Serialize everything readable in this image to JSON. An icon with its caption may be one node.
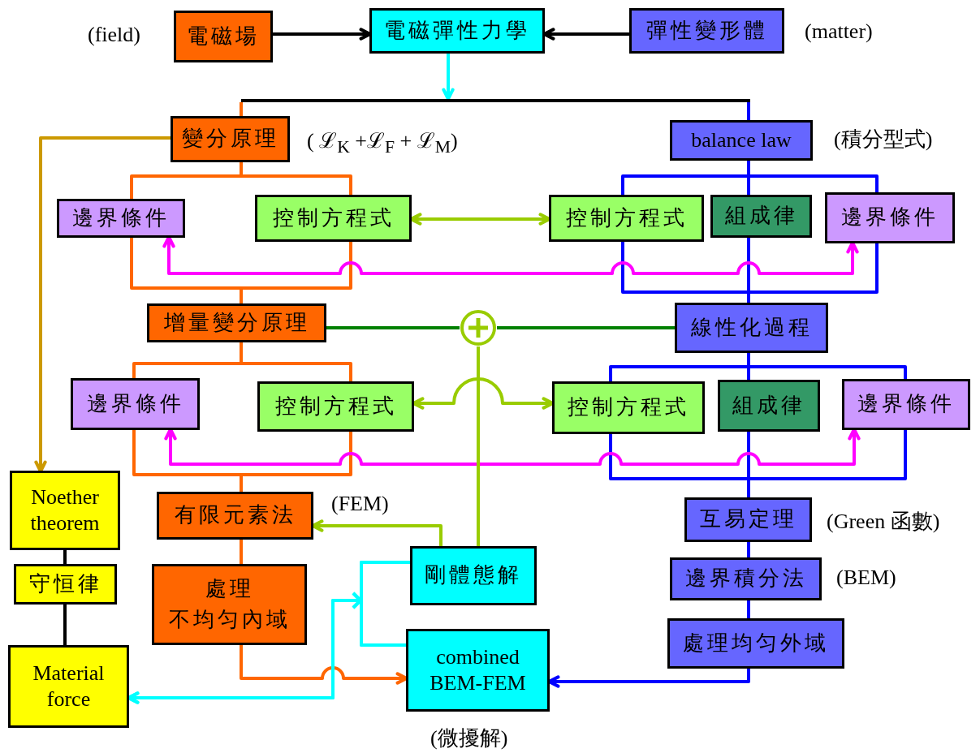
{
  "diagram": {
    "nodes": [
      {
        "text": [
          "電磁場"
        ],
        "beside": [
          "(field)"
        ]
      },
      {
        "text": [
          "電磁彈性力學"
        ]
      },
      {
        "text": [
          "彈性變形體"
        ],
        "beside": [
          "(matter)"
        ]
      },
      {
        "text": [],
        "shape": "bar"
      },
      {
        "text": [
          "變分原理"
        ],
        "beside": [
          "( ℒ$_{K}$ +ℒ$_{F}$ + ℒ$_{M}$)"
        ]
      },
      {
        "text": [
          "balance law"
        ],
        "beside": [
          "(積分型式)"
        ]
      },
      {
        "text": [
          "邊界條件"
        ]
      },
      {
        "text": [
          "控制方程式"
        ]
      },
      {
        "text": [
          "控制方程式"
        ]
      },
      {
        "text": [
          "組成律"
        ]
      },
      {
        "text": [
          "邊界條件"
        ]
      },
      {
        "text": [
          "增量變分原理"
        ]
      },
      {
        "text": [],
        "shape": "circle"
      },
      {
        "text": [
          "線性化過程"
        ]
      },
      {
        "text": [
          "邊界條件"
        ]
      },
      {
        "text": [
          "控制方程式"
        ]
      },
      {
        "text": [
          "控制方程式"
        ]
      },
      {
        "text": [
          "組成律"
        ]
      },
      {
        "text": [
          "邊界條件"
        ]
      },
      {
        "text": [
          "Noether theorem"
        ]
      },
      {
        "text": [
          "守恒律"
        ]
      },
      {
        "text": [
          "Material force"
        ]
      },
      {
        "text": [
          "有限元素法"
        ],
        "beside": [
          "(FEM)"
        ]
      },
      {
        "text": [
          "處理",
          "不均匀內域"
        ]
      },
      {
        "text": [
          "剛體態解"
        ]
      },
      {
        "text": [
          "combined BEM-FEM"
        ],
        "beside": [
          "(微擾解)"
        ]
      },
      {
        "text": [
          "互易定理"
        ],
        "beside": [
          "(Green  函數)"
        ]
      },
      {
        "text": [
          "邊界積分法"
        ],
        "beside": [
          "(BEM)"
        ]
      },
      {
        "text": [
          "處理均匀外域"
        ]
      }
    ],
    "edges": [
      {
        "from": 0,
        "to": 1,
        "arrow": "to",
        "color": "#000000"
      },
      {
        "from": 2,
        "to": 1,
        "arrow": "to",
        "color": "#000000"
      },
      {
        "from": 1,
        "to": 3,
        "arrow": "to",
        "color": "#00ffff"
      },
      {
        "from": 3,
        "to": 4,
        "arrow": "none",
        "color": "#ff6600"
      },
      {
        "from": 3,
        "to": 5,
        "arrow": "none",
        "color": "#0000ff"
      },
      {
        "from": 4,
        "to": 6,
        "arrow": "none",
        "color": "#ff6600"
      },
      {
        "from": 4,
        "to": 7,
        "arrow": "none",
        "color": "#ff6600"
      },
      {
        "from": 6,
        "to": 11,
        "arrow": "none",
        "color": "#ff6600"
      },
      {
        "from": 7,
        "to": 11,
        "arrow": "none",
        "color": "#ff6600"
      },
      {
        "from": 5,
        "to": 8,
        "arrow": "none",
        "color": "#0000ff"
      },
      {
        "from": 5,
        "to": 9,
        "arrow": "none",
        "color": "#0000ff"
      },
      {
        "from": 5,
        "to": 10,
        "arrow": "none",
        "color": "#0000ff"
      },
      {
        "from": 8,
        "to": 13,
        "arrow": "none",
        "color": "#0000ff"
      },
      {
        "from": 9,
        "to": 13,
        "arrow": "none",
        "color": "#0000ff"
      },
      {
        "from": 10,
        "to": 13,
        "arrow": "none",
        "color": "#0000ff"
      },
      {
        "from": 7,
        "to": 8,
        "arrow": "both",
        "color": "#99cc00"
      },
      {
        "from": 6,
        "to": 10,
        "arrow": "both",
        "color": "#ff00ff"
      },
      {
        "from": 11,
        "to": 12,
        "arrow": "none",
        "color": "#008000"
      },
      {
        "from": 13,
        "to": 12,
        "arrow": "none",
        "color": "#008000"
      },
      {
        "from": 11,
        "to": 14,
        "arrow": "none",
        "color": "#ff6600"
      },
      {
        "from": 11,
        "to": 15,
        "arrow": "none",
        "color": "#ff6600"
      },
      {
        "from": 14,
        "to": 22,
        "arrow": "none",
        "color": "#ff6600"
      },
      {
        "from": 15,
        "to": 22,
        "arrow": "none",
        "color": "#ff6600"
      },
      {
        "from": 13,
        "to": 16,
        "arrow": "none",
        "color": "#0000ff"
      },
      {
        "from": 13,
        "to": 17,
        "arrow": "none",
        "color": "#0000ff"
      },
      {
        "from": 13,
        "to": 18,
        "arrow": "none",
        "color": "#0000ff"
      },
      {
        "from": 16,
        "to": 26,
        "arrow": "none",
        "color": "#0000ff"
      },
      {
        "from": 17,
        "to": 26,
        "arrow": "none",
        "color": "#0000ff"
      },
      {
        "from": 18,
        "to": 26,
        "arrow": "none",
        "color": "#0000ff"
      },
      {
        "from": 15,
        "to": 16,
        "arrow": "both",
        "color": "#99cc00"
      },
      {
        "from": 14,
        "to": 18,
        "arrow": "both",
        "color": "#ff00ff"
      },
      {
        "from": 12,
        "to": 24,
        "arrow": "none",
        "color": "#99cc00"
      },
      {
        "from": 24,
        "to": 22,
        "arrow": "to",
        "color": "#99cc00"
      },
      {
        "from": 4,
        "to": 19,
        "arrow": "to",
        "color": "#cc9900"
      },
      {
        "from": 19,
        "to": 20,
        "arrow": "none",
        "color": "#000000"
      },
      {
        "from": 20,
        "to": 21,
        "arrow": "none",
        "color": "#000000"
      },
      {
        "from": 22,
        "to": 23,
        "arrow": "none",
        "color": "#ff6600"
      },
      {
        "from": 23,
        "to": 25,
        "arrow": "to",
        "color": "#ff6600"
      },
      {
        "from": 26,
        "to": 27,
        "arrow": "none",
        "color": "#0000ff"
      },
      {
        "from": 27,
        "to": 28,
        "arrow": "none",
        "color": "#0000ff"
      },
      {
        "from": 28,
        "to": 25,
        "arrow": "to",
        "color": "#0000ff"
      },
      {
        "from": 24,
        "to": 25,
        "arrow": "none",
        "color": "#00ffff"
      },
      {
        "from": 24,
        "to": 21,
        "arrow": "to",
        "color": "#00ffff"
      },
      {
        "from": 25,
        "to": 21,
        "arrow": "to",
        "color": "#00ffff"
      }
    ]
  }
}
